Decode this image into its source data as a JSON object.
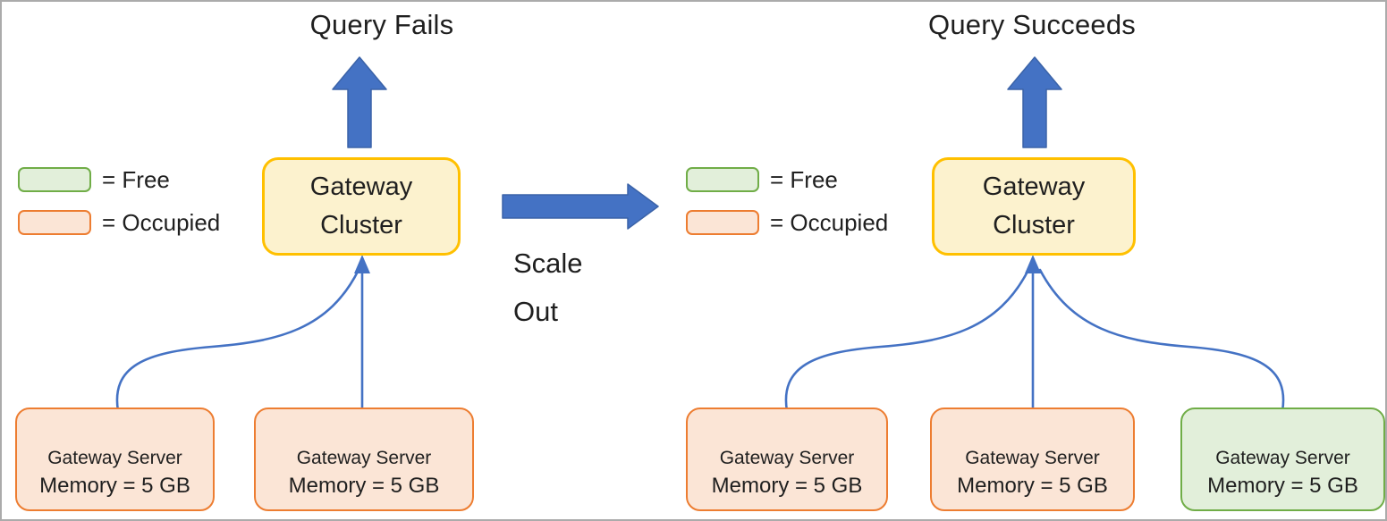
{
  "colors": {
    "arrow-blue": "#4472C4",
    "arrow-blue-dark": "#3B63A8",
    "connector-blue": "#4472C4",
    "cluster-fill": "#FCF2CE",
    "cluster-border": "#FFC000",
    "occupied-fill": "#FBE5D6",
    "occupied-border": "#ED7D31",
    "free-fill": "#E2EFDA",
    "free-border": "#70AD47",
    "text": "#1F1F1F",
    "frame-border": "#ABABAB"
  },
  "legend": {
    "items": [
      {
        "label": "= Free",
        "status": "free"
      },
      {
        "label": "= Occupied",
        "status": "occupied"
      }
    ]
  },
  "left_panel": {
    "title": "Query Fails",
    "result_arrow": "up-arrow",
    "cluster": {
      "line1": "Gateway",
      "line2": "Cluster"
    },
    "servers": [
      {
        "line1": "Gateway Server",
        "line2": "Memory = 5 GB",
        "status": "occupied"
      },
      {
        "line1": "Gateway Server",
        "line2": "Memory = 5 GB",
        "status": "occupied"
      }
    ]
  },
  "transition": {
    "arrow": "right-arrow",
    "line1": "Scale",
    "line2": "Out"
  },
  "right_panel": {
    "title": "Query Succeeds",
    "result_arrow": "up-arrow",
    "cluster": {
      "line1": "Gateway",
      "line2": "Cluster"
    },
    "servers": [
      {
        "line1": "Gateway Server",
        "line2": "Memory = 5 GB",
        "status": "occupied"
      },
      {
        "line1": "Gateway Server",
        "line2": "Memory = 5 GB",
        "status": "occupied"
      },
      {
        "line1": "Gateway Server",
        "line2": "Memory = 5 GB",
        "status": "free"
      }
    ]
  }
}
